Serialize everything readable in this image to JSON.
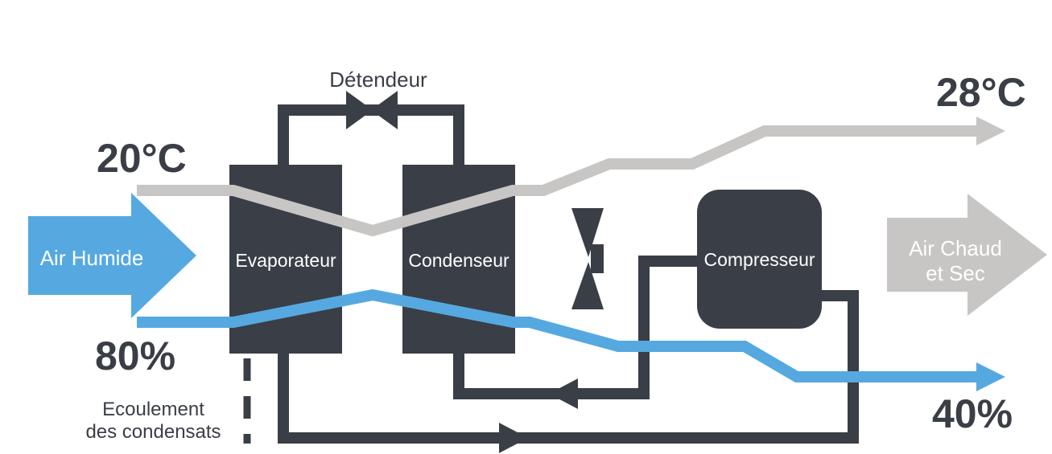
{
  "diagram": {
    "colors": {
      "dark": "#3A3E46",
      "blue": "#55A9E0",
      "gray": "#C7C6C5",
      "white": "#FFFFFF",
      "background": "#FFFFFF"
    },
    "components": {
      "detendeur": "Détendeur",
      "evaporateur": "Evaporateur",
      "condenseur": "Condenseur",
      "compresseur": "Compresseur"
    },
    "inlet": {
      "label": "Air Humide",
      "temperature": "20°C",
      "humidity": "80%"
    },
    "outlet": {
      "label_line1": "Air Chaud",
      "label_line2": "et Sec",
      "temperature": "28°C",
      "humidity": "40%"
    },
    "condensate": {
      "line1": "Ecoulement",
      "line2": "des condensats"
    },
    "icons": {
      "expansion_valve": "valve-icon",
      "fan": "fan-icon",
      "flow_arrows": "arrowhead-icon"
    }
  }
}
